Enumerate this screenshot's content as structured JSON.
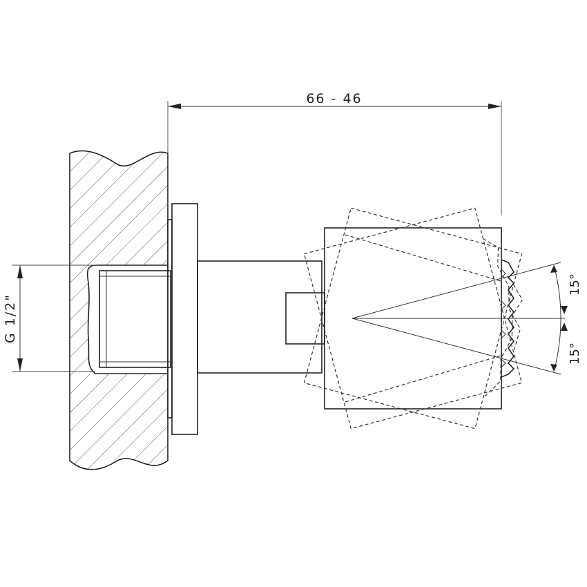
{
  "dimensions": {
    "length_label": "66 - 46",
    "thread_label": "G 1/2\"",
    "angle_upper_label": "15°",
    "angle_lower_label": "15°"
  },
  "colors": {
    "line": "#222222",
    "hatch": "#555555",
    "background": "#ffffff"
  }
}
